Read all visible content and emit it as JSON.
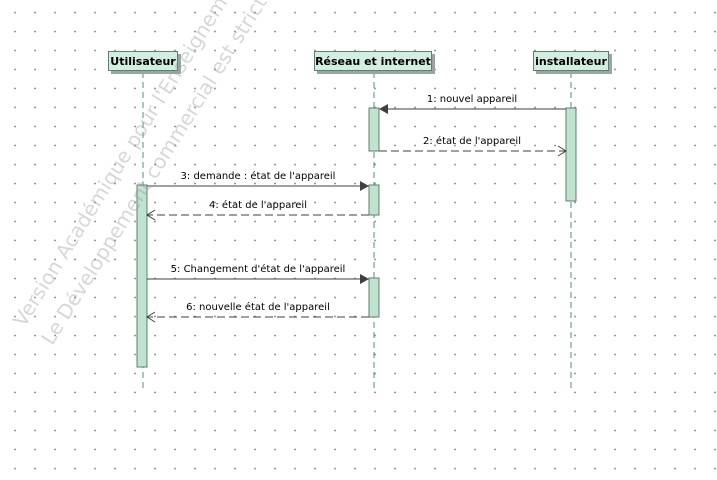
{
  "lifelines": [
    {
      "id": "utilisateur",
      "label": "Utilisateur"
    },
    {
      "id": "reseau",
      "label": "Réseau et internet"
    },
    {
      "id": "installateur",
      "label": "installateur"
    }
  ],
  "messages": [
    {
      "label": "1:  nouvel appareil",
      "from": "installateur",
      "to": "reseau",
      "kind": "sync"
    },
    {
      "label": "2:  état de l'appareil",
      "from": "reseau",
      "to": "installateur",
      "kind": "return"
    },
    {
      "label": "3:  demande : état de l'appareil",
      "from": "utilisateur",
      "to": "reseau",
      "kind": "sync"
    },
    {
      "label": "4:  état de l'appareil",
      "from": "reseau",
      "to": "utilisateur",
      "kind": "return"
    },
    {
      "label": "5:  Changement d'état de l'appareil",
      "from": "utilisateur",
      "to": "reseau",
      "kind": "sync"
    },
    {
      "label": "6:  nouvelle état de l'appareil",
      "from": "reseau",
      "to": "utilisateur",
      "kind": "return"
    }
  ],
  "watermark": {
    "line1": "Version Académique pour l'Enseignement et le Travailleur Seulement",
    "line2": "Le Développement commercial est strictement interdit"
  },
  "colors": {
    "box_fill": "#d2eede",
    "box_border": "#5f7f70",
    "lifeline": "#4f8f88",
    "arrow": "#404040"
  }
}
